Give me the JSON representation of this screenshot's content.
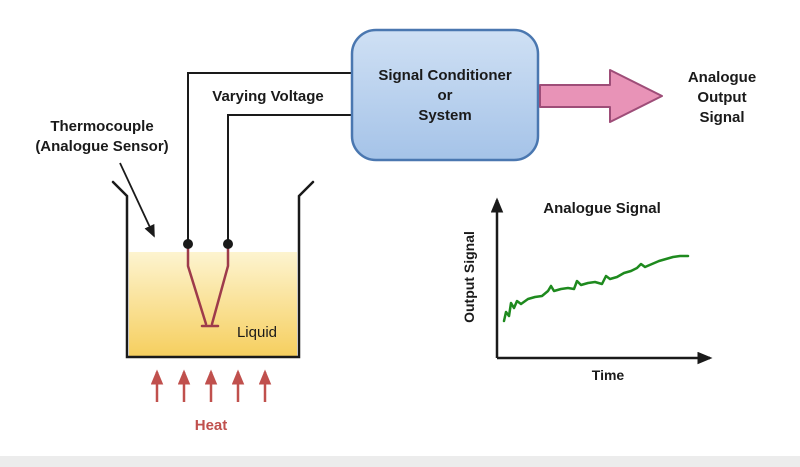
{
  "colors": {
    "text": "#1a1a1a",
    "outline": "#1a1a1a",
    "box_fill_top": "#cfe0f4",
    "box_fill_bottom": "#a5c3e8",
    "box_border": "#4a77b0",
    "arrow_fill": "#e893b7",
    "arrow_border": "#9e4d78",
    "liquid_top": "#fdf4d0",
    "liquid_bottom": "#f6cf5f",
    "thermocouple": "#9e3b4b",
    "heat": "#c0504d",
    "signal_line": "#1e8a1e",
    "footer": "#ececec"
  },
  "sensor": {
    "label_line1": "Thermocouple",
    "label_line2": "(Analogue Sensor)"
  },
  "wires": {
    "label": "Varying Voltage"
  },
  "conditioner": {
    "line1": "Signal Conditioner",
    "line2": "or",
    "line3": "System"
  },
  "output": {
    "line1": "Analogue",
    "line2": "Output",
    "line3": "Signal"
  },
  "beaker": {
    "liquid_label": "Liquid",
    "heat_label": "Heat"
  },
  "graph": {
    "title": "Analogue Signal",
    "ylabel": "Output Signal",
    "xlabel": "Time"
  }
}
